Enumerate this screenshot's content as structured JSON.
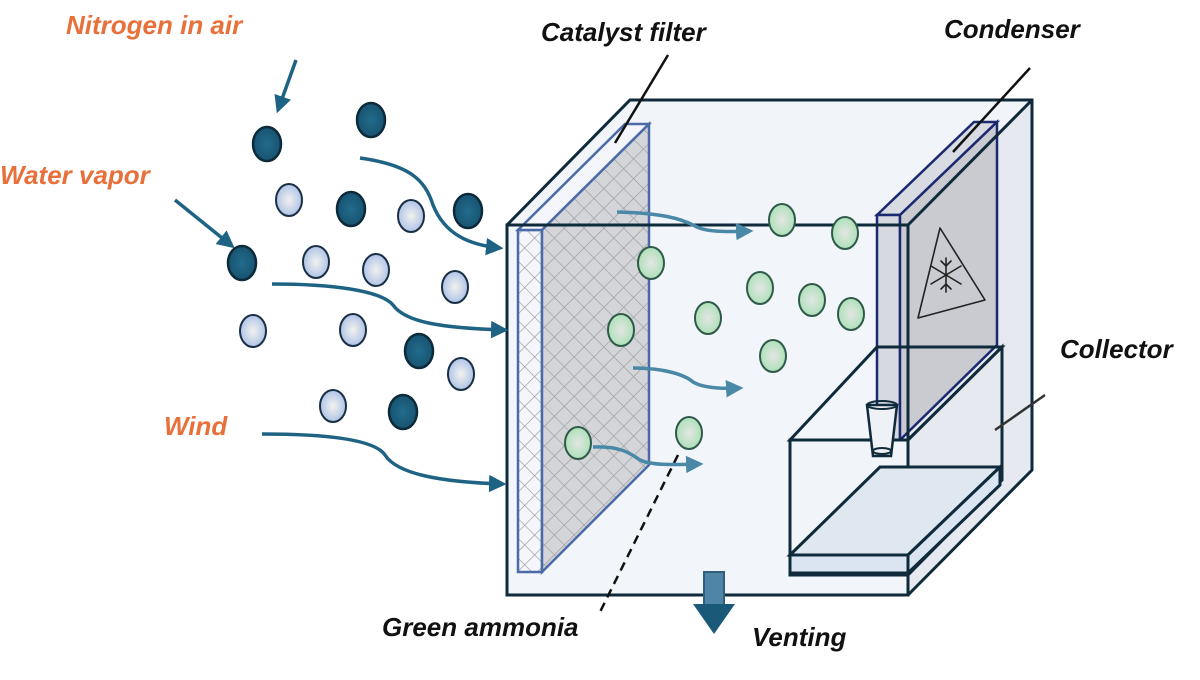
{
  "diagram": {
    "title": "Green ammonia production from air",
    "labels": {
      "nitrogen": "Nitrogen in air",
      "water": "Water vapor",
      "wind": "Wind",
      "catalyst": "Catalyst filter",
      "condenser": "Condenser",
      "collector": "Collector",
      "ammonia": "Green ammonia",
      "venting": "Venting"
    },
    "icons": {
      "condenser_sign": "snowflake-warning-icon",
      "collector_cup": "cup-icon",
      "vent_arrow": "arrow-down-icon"
    },
    "legend_molecules": {
      "nitrogen": "dark blue sphere",
      "water_vapor": "light blue sphere",
      "ammonia": "green sphere"
    },
    "colors": {
      "label_orange": "#e8703a",
      "nitrogen_fill": "#1a5a78",
      "water_fill": "#c9d8ee",
      "ammonia_fill": "#c8ead0",
      "arrow": "#2a6a8c",
      "outline": "#0f2a3a",
      "filter_edge": "#4a6aa8",
      "condenser_edge": "#1b2a70"
    }
  }
}
